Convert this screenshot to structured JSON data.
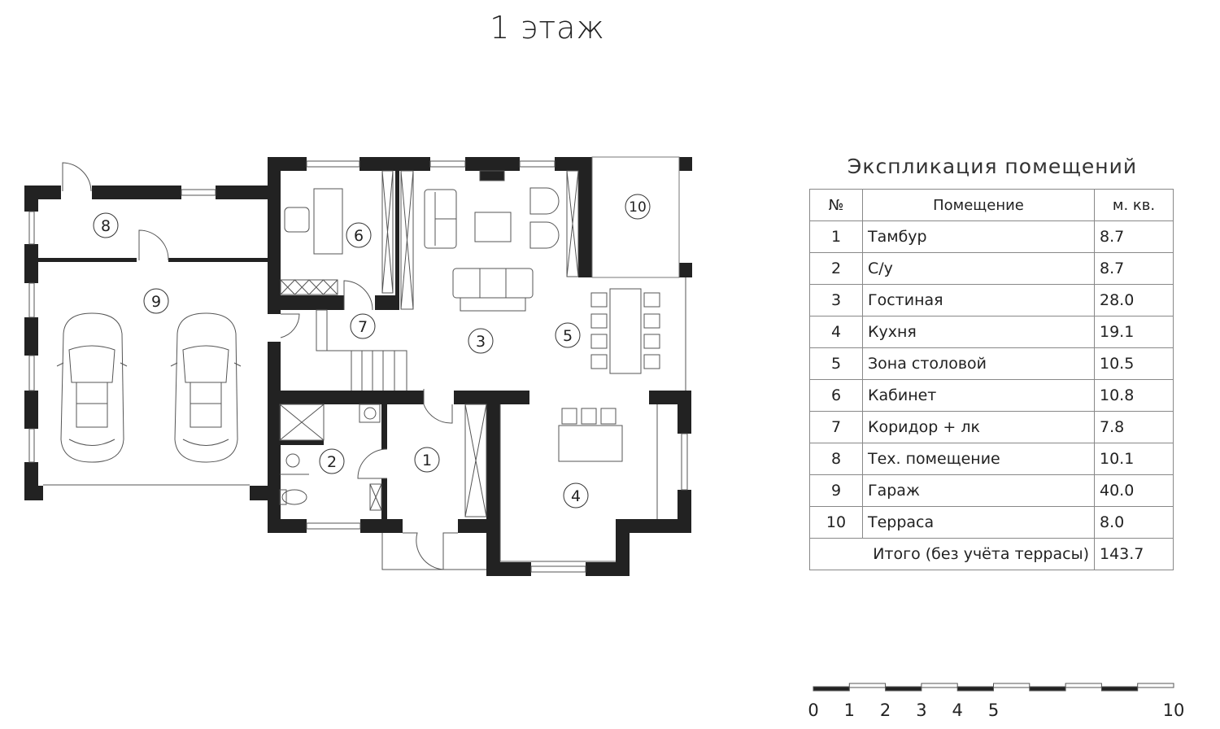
{
  "title": "1 этаж",
  "rooms_on_plan": [
    "1",
    "2",
    "3",
    "4",
    "5",
    "6",
    "7",
    "8",
    "9",
    "10"
  ],
  "explication": {
    "title": "Экспликация помещений",
    "headers": {
      "num": "№",
      "room": "Помещение",
      "area": "м. кв."
    },
    "rows": [
      {
        "num": "1",
        "room": "Тамбур",
        "area": "8.7"
      },
      {
        "num": "2",
        "room": "С/у",
        "area": "8.7"
      },
      {
        "num": "3",
        "room": "Гостиная",
        "area": "28.0"
      },
      {
        "num": "4",
        "room": "Кухня",
        "area": "19.1"
      },
      {
        "num": "5",
        "room": "Зона столовой",
        "area": "10.5"
      },
      {
        "num": "6",
        "room": "Кабинет",
        "area": "10.8"
      },
      {
        "num": "7",
        "room": "Коридор + лк",
        "area": "7.8"
      },
      {
        "num": "8",
        "room": "Тех. помещение",
        "area": "10.1"
      },
      {
        "num": "9",
        "room": "Гараж",
        "area": "40.0"
      },
      {
        "num": "10",
        "room": "Терраса",
        "area": "8.0"
      }
    ],
    "total": {
      "label": "Итого (без учёта террасы)",
      "area": "143.7"
    }
  },
  "scale_bar": {
    "labels": [
      "0",
      "1",
      "2",
      "3",
      "4",
      "5",
      "10"
    ],
    "unit_segments": 10
  }
}
